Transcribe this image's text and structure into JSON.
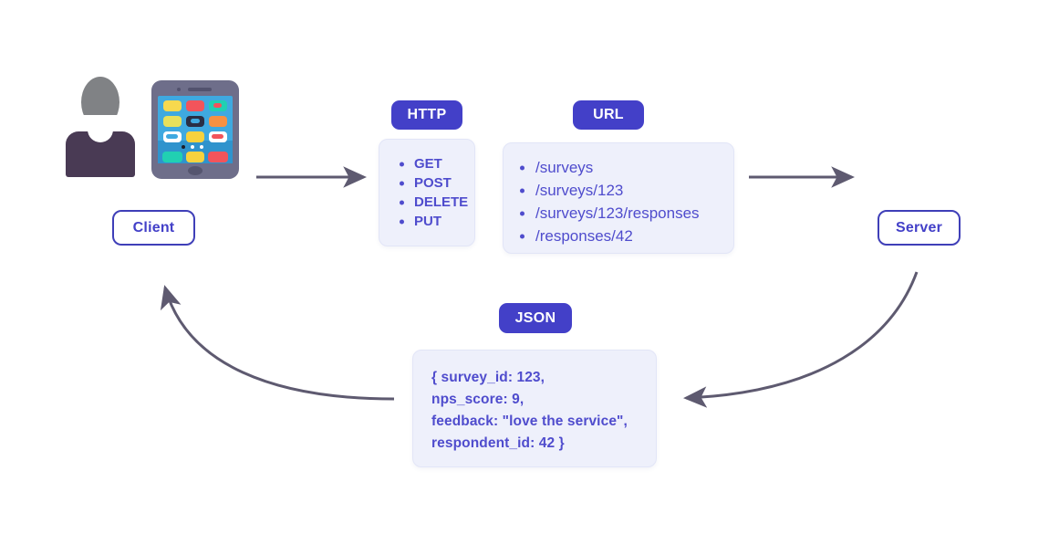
{
  "diagram": {
    "title": "Client-Server REST API request/response flow",
    "colors": {
      "accent": "#4340c8",
      "panel_fill": "#eef0fb",
      "panel_text": "#4f4ccd",
      "arrow": "#5e5a70",
      "badge_border": "#3f3fb8"
    }
  },
  "client": {
    "label": "Client",
    "icons": [
      "user-avatar-icon",
      "mobile-phone-icon"
    ]
  },
  "server": {
    "label": "Server"
  },
  "http": {
    "badge": "HTTP",
    "methods": [
      "GET",
      "POST",
      "DELETE",
      "PUT"
    ]
  },
  "url": {
    "badge": "URL",
    "endpoints": [
      "/surveys",
      "/surveys/123",
      "/surveys/123/responses",
      "/responses/42"
    ]
  },
  "json": {
    "badge": "JSON",
    "lines": [
      "{ survey_id: 123,",
      "nps_score: 9,",
      "feedback: \"love the service\",",
      "respondent_id: 42 }"
    ]
  },
  "arrows": [
    {
      "name": "client-to-http",
      "direction": "right",
      "style": "straight"
    },
    {
      "name": "url-to-server",
      "direction": "right",
      "style": "straight"
    },
    {
      "name": "server-to-json",
      "direction": "left",
      "style": "curved"
    },
    {
      "name": "json-to-client",
      "direction": "up-left",
      "style": "curved"
    }
  ],
  "phone": {
    "app_colors": [
      "#f7d94e",
      "#f2545b",
      "#21d0b2",
      "#e8e05c",
      "#2a2f45",
      "#f79142",
      "#ffffff",
      "#f7d23e",
      "#ffffff"
    ],
    "dock_colors": [
      "#21d0b2",
      "#f7d23e",
      "#f2545b"
    ]
  }
}
